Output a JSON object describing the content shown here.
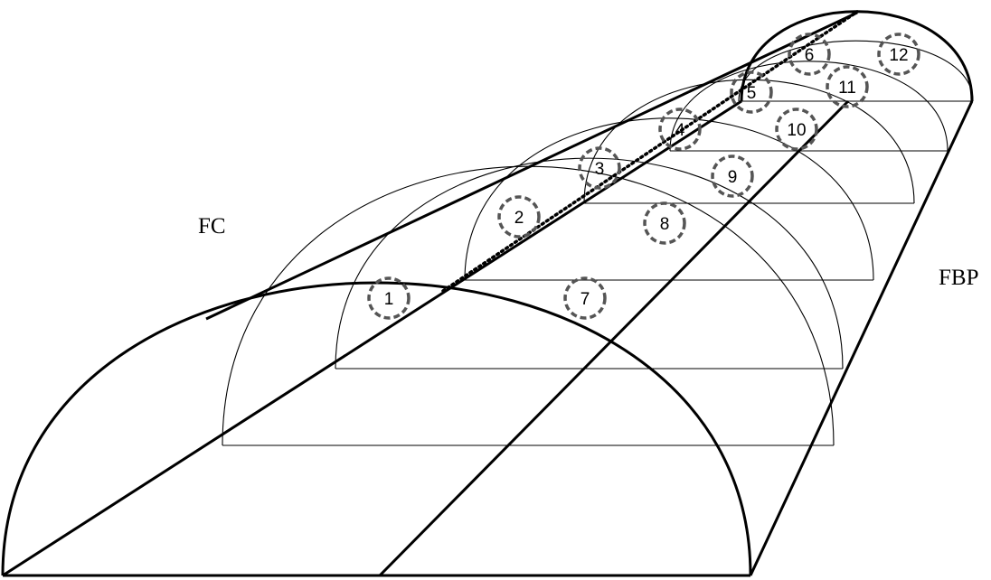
{
  "labels": {
    "left": "FC",
    "right": "FBP"
  },
  "sensors": [
    {
      "id": "1"
    },
    {
      "id": "2"
    },
    {
      "id": "3"
    },
    {
      "id": "4"
    },
    {
      "id": "5"
    },
    {
      "id": "6"
    },
    {
      "id": "7"
    },
    {
      "id": "8"
    },
    {
      "id": "9"
    },
    {
      "id": "10"
    },
    {
      "id": "11"
    },
    {
      "id": "12"
    }
  ],
  "colors": {
    "line": "#000000",
    "sensor_outline": "#555555"
  }
}
